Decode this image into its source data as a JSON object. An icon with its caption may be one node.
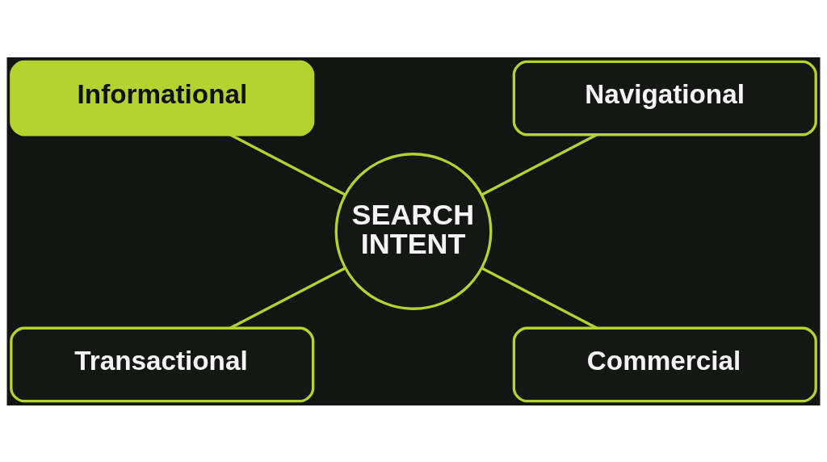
{
  "diagram": {
    "nodes": [
      {
        "text": [
          "Informational"
        ]
      },
      {
        "text": [
          "Navigational"
        ]
      },
      {
        "text": [
          "SEARCH INTENT"
        ]
      },
      {
        "text": [
          "Transactional"
        ]
      },
      {
        "text": [
          "Commercial"
        ]
      }
    ],
    "edges": [
      {
        "from": 0,
        "to": 2,
        "arrow": "none"
      },
      {
        "from": 1,
        "to": 2,
        "arrow": "none"
      },
      {
        "from": 2,
        "to": 3,
        "arrow": "none"
      },
      {
        "from": 2,
        "to": 4,
        "arrow": "none"
      }
    ]
  }
}
